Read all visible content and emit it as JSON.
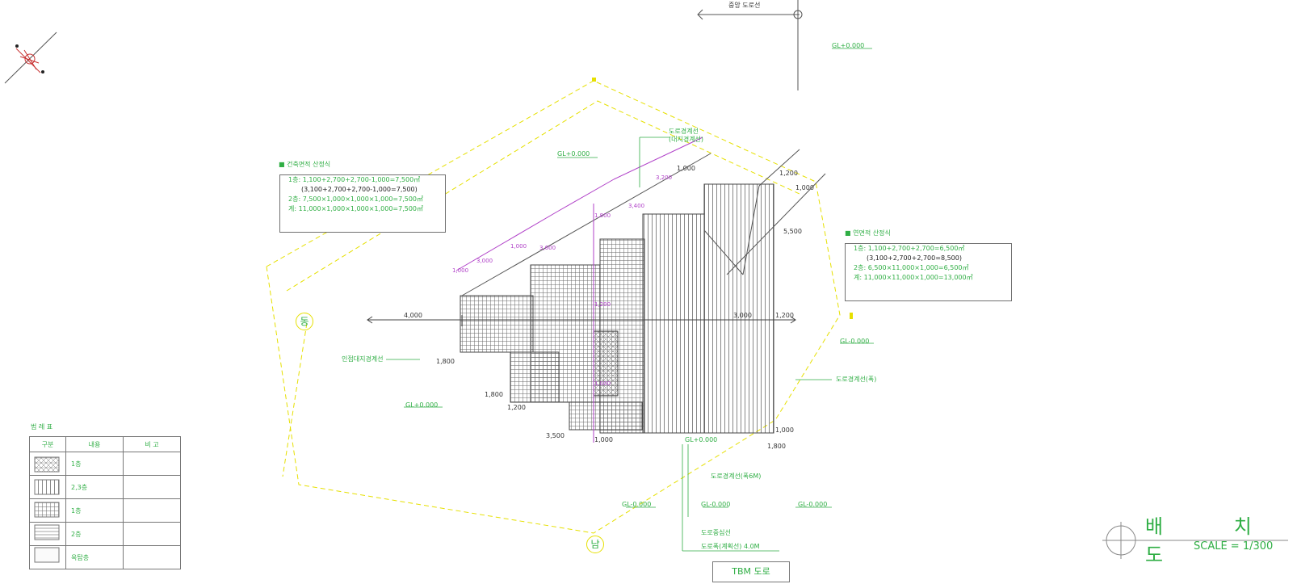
{
  "title": {
    "main": "배 치 도",
    "scale": "SCALE = 1/300"
  },
  "stamp": "TBM 도로",
  "direction_marks": {
    "west": "동",
    "south": "남"
  },
  "top_notes": {
    "center_line": "중앙 도로선",
    "gl_top": "GL+0.000"
  },
  "level_labels": {
    "gl_1": "GL+0.000",
    "gl_2": "GL+0.000",
    "gl_3": "GL-0.000",
    "gl_4": "GL+0.000",
    "gl_5": "GL-0.000",
    "gl_6": "GL-0.000",
    "gl_7": "GL-0.000"
  },
  "callouts": {
    "top_callout_1": "도로경계선",
    "top_callout_2": "(대지경계선)",
    "left_boundary": "인접대지경계선",
    "right_boundary": "도로경계선(폭)",
    "bottom_1": "도로경계선(폭6M)",
    "bottom_2": "도로중심선",
    "bottom_3": "도로폭(계획선) 4.0M"
  },
  "area_box_left": {
    "title": "■ 건축면적 산정식",
    "row1": "1층: 1,100+2,700+2,700-1,000=7,500㎡",
    "row2": "(3,100+2,700+2,700-1,000=7,500)",
    "row3": "2층: 7,500×1,000×1,000×1,000=7,500㎡",
    "row4": "계: 11,000×1,000×1,000×1,000=7,500㎡"
  },
  "area_box_right": {
    "title": "■ 연면적 산정식",
    "row1": "1층: 1,100+2,700+2,700=6,500㎡",
    "row2": "(3,100+2,700+2,700=8,500)",
    "row3": "2층: 6,500×11,000×1,000=6,500㎡",
    "row4": "계: 11,000×11,000×1,000=13,000㎡"
  },
  "dims": {
    "d1": "4,000",
    "d2": "3,000",
    "d3": "1,200",
    "d4": "1,000",
    "d5": "1,800",
    "d6": "1,200",
    "d7": "1,000",
    "d8": "5,500",
    "d9": "3,200",
    "d10": "3,400",
    "d11": "3,600",
    "d12": "1,800",
    "d13": "1,000",
    "d14": "3,000",
    "d15": "1,000",
    "d16": "1,200",
    "d17": "1,000",
    "d18": "1,800",
    "d19": "1,800",
    "d20": "1,200",
    "d21": "3,500",
    "d22": "1,000",
    "d23": "1,000"
  },
  "legend": {
    "title": "범 례 표",
    "headers": [
      "구분",
      "내용",
      "비 고"
    ],
    "rows": [
      "1층",
      "2,3층",
      "1층",
      "2층",
      "옥탑층"
    ]
  },
  "colors": {
    "green": "#2fae44",
    "yellow": "#e6e000",
    "magenta": "#b040c8",
    "line": "#444444"
  }
}
